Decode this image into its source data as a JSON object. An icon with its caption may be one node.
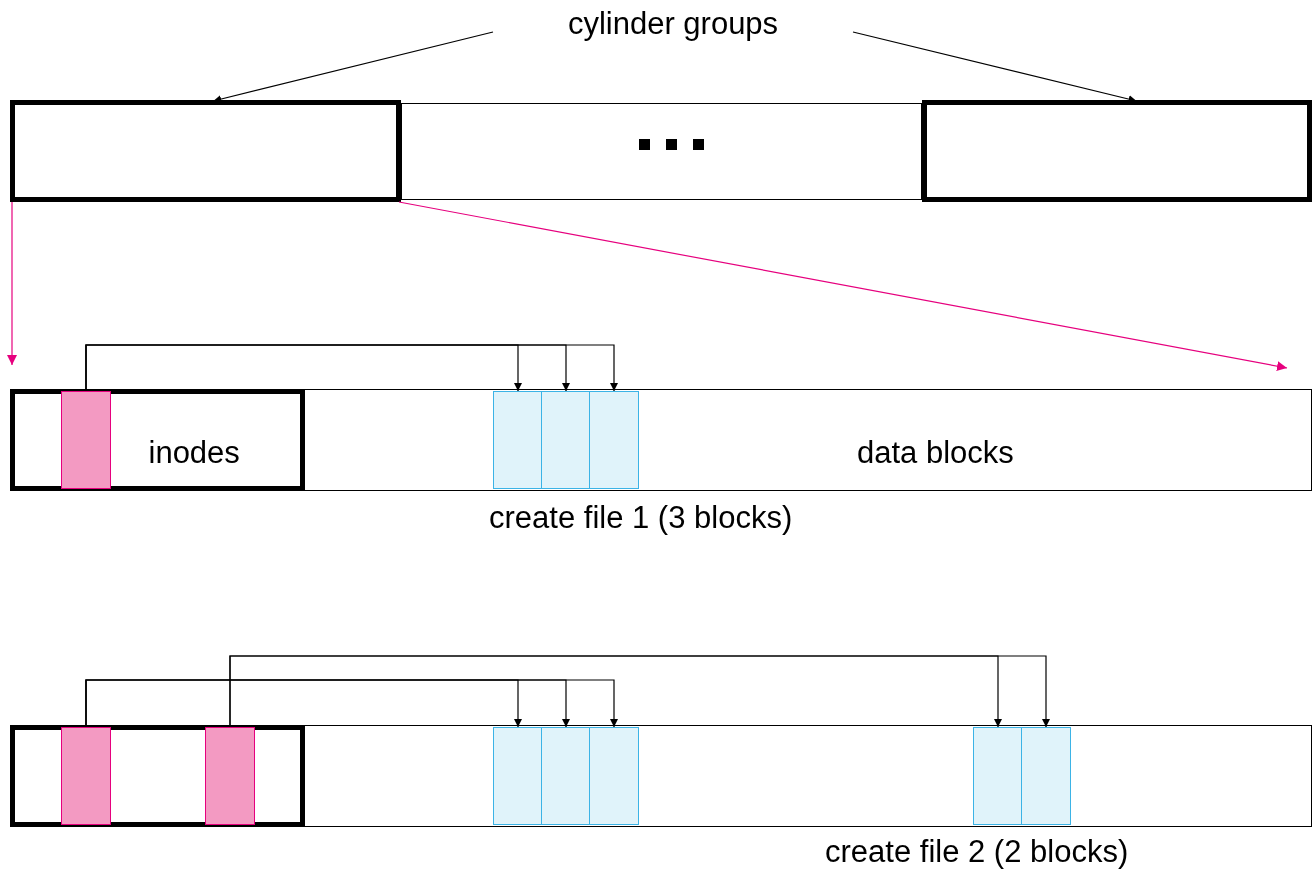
{
  "diagram": {
    "nodes": [
      {
        "text": [
          "cylinder groups"
        ]
      },
      {
        "text": [],
        "shape": "box"
      },
      {
        "text": [],
        "shape": "box"
      },
      {
        "text": [],
        "shape": "box"
      },
      {
        "text": [
          "data blocks"
        ]
      },
      {
        "text": [
          "inodes"
        ],
        "in": 4
      },
      {
        "text": [],
        "shape": "box",
        "in": 5
      },
      {
        "text": [],
        "shape": "box",
        "in": 4
      },
      {
        "text": [],
        "shape": "box",
        "in": 4
      },
      {
        "text": [],
        "shape": "box",
        "in": 4
      },
      {
        "text": [],
        "shape": "box"
      },
      {
        "text": [],
        "shape": "box",
        "in": 10
      },
      {
        "text": [],
        "shape": "box",
        "in": 11
      },
      {
        "text": [],
        "shape": "box",
        "in": 11
      },
      {
        "text": [],
        "shape": "box",
        "in": 10
      },
      {
        "text": [],
        "shape": "box",
        "in": 10
      },
      {
        "text": [],
        "shape": "box",
        "in": 10
      },
      {
        "text": [],
        "shape": "box",
        "in": 10
      },
      {
        "text": [],
        "shape": "box",
        "in": 10
      }
    ],
    "edges": [
      {
        "from": 0,
        "to": 1,
        "arrow": "to"
      },
      {
        "from": 0,
        "to": 3,
        "arrow": "to"
      },
      {
        "from": 1,
        "to": 5,
        "arrow": "to",
        "color": "#e6007e"
      },
      {
        "from": 1,
        "to": 4,
        "arrow": "to",
        "color": "#e6007e"
      },
      {
        "from": 6,
        "to": 7,
        "arrow": "to"
      },
      {
        "from": 6,
        "to": 8,
        "arrow": "to"
      },
      {
        "from": 6,
        "to": 9,
        "arrow": "to"
      },
      {
        "from": 12,
        "to": 14,
        "arrow": "to"
      },
      {
        "from": 12,
        "to": 15,
        "arrow": "to"
      },
      {
        "from": 12,
        "to": 16,
        "arrow": "to"
      },
      {
        "from": 13,
        "to": 17,
        "arrow": "to"
      },
      {
        "from": 13,
        "to": 18,
        "arrow": "to"
      }
    ],
    "labels": [
      "create file 1 (3 blocks)",
      "create file 2 (2 blocks)"
    ]
  }
}
